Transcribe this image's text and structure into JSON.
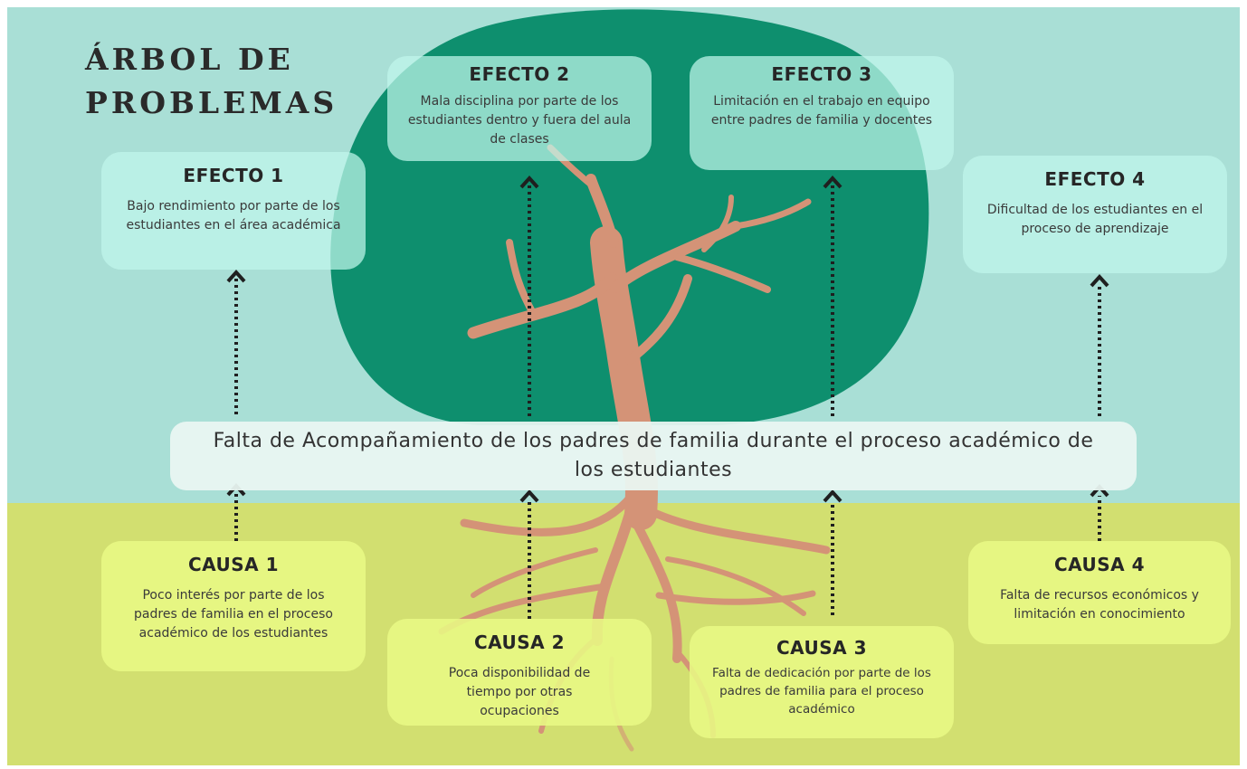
{
  "title": {
    "line1": "ÁRBOL DE",
    "line2": "PROBLEMAS"
  },
  "colors": {
    "sky": "#a9dfd6",
    "ground": "#d2df70",
    "canopy": "#0e8f6e",
    "trunk": "#d49377",
    "effect_box": "#c0f6eb",
    "cause_box": "#e8f984",
    "core_box": "#eaf6f2",
    "arrow": "#1f1f1f"
  },
  "core_problem": "Falta de Acompañamiento de los padres de familia durante el proceso académico de los estudiantes",
  "effects": [
    {
      "label": "EFECTO 1",
      "text": "Bajo rendimiento por parte de los estudiantes en el área académica"
    },
    {
      "label": "EFECTO 2",
      "text": "Mala disciplina por parte de los estudiantes dentro y fuera del aula de clases"
    },
    {
      "label": "EFECTO 3",
      "text": "Limitación en el trabajo en equipo entre padres de familia y docentes"
    },
    {
      "label": "EFECTO 4",
      "text": "Dificultad de los estudiantes en el proceso de aprendizaje"
    }
  ],
  "causes": [
    {
      "label": "CAUSA 1",
      "text": "Poco interés por parte de los padres de familia en el proceso académico de los estudiantes"
    },
    {
      "label": "CAUSA 2",
      "text": "Poca disponibilidad de tiempo por otras ocupaciones"
    },
    {
      "label": "CAUSA 3",
      "text": "Falta de dedicación por parte de los padres de familia para el proceso académico"
    },
    {
      "label": "CAUSA 4",
      "text": "Falta de recursos económicos y limitación en conocimiento"
    }
  ],
  "icons": {
    "arrow": "dotted-up-arrow",
    "tree": "tree-illustration"
  }
}
